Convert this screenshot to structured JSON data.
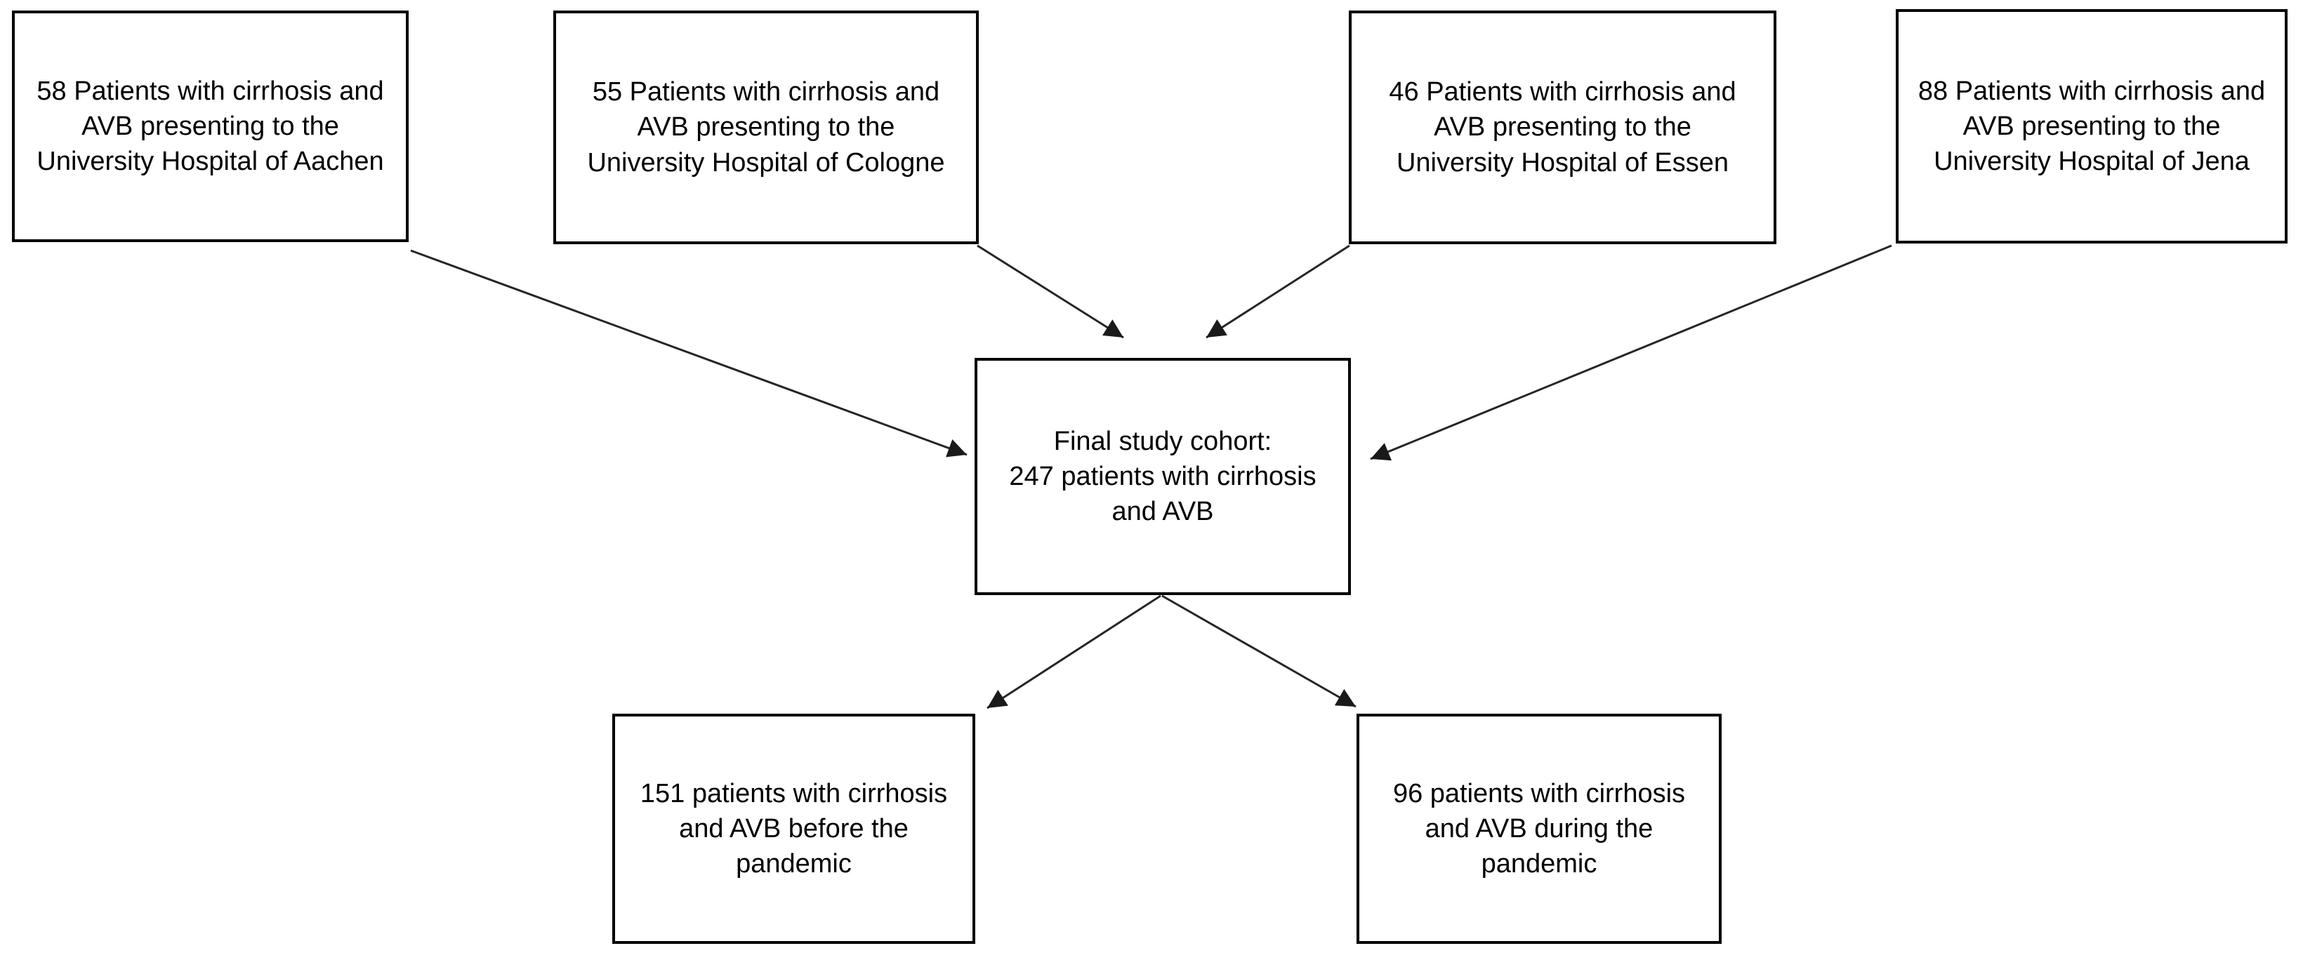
{
  "page": {
    "background": "#ffffff"
  },
  "colors": {
    "box_border": "#000000",
    "box_fill": "#ffffff",
    "text": "#000000",
    "arrow": "#262626"
  },
  "boxes": {
    "aachen": {
      "label": "58 Patients with cirrhosis and\nAVB presenting to the\nUniversity Hospital of Aachen"
    },
    "cologne": {
      "label": "55 Patients with cirrhosis and\nAVB presenting to the\nUniversity Hospital of Cologne"
    },
    "essen": {
      "label": "46 Patients with cirrhosis and\nAVB presenting to the\nUniversity Hospital of Essen"
    },
    "jena": {
      "label": "88 Patients with cirrhosis and\nAVB presenting to the\nUniversity Hospital of Jena"
    },
    "cohort": {
      "label": "Final study cohort:\n247 patients with cirrhosis\nand AVB"
    },
    "before_pandemic": {
      "label": "151 patients with cirrhosis\nand AVB before the\npandemic"
    },
    "during_pandemic": {
      "label": "96 patients with cirrhosis\nand AVB during the\npandemic"
    }
  }
}
